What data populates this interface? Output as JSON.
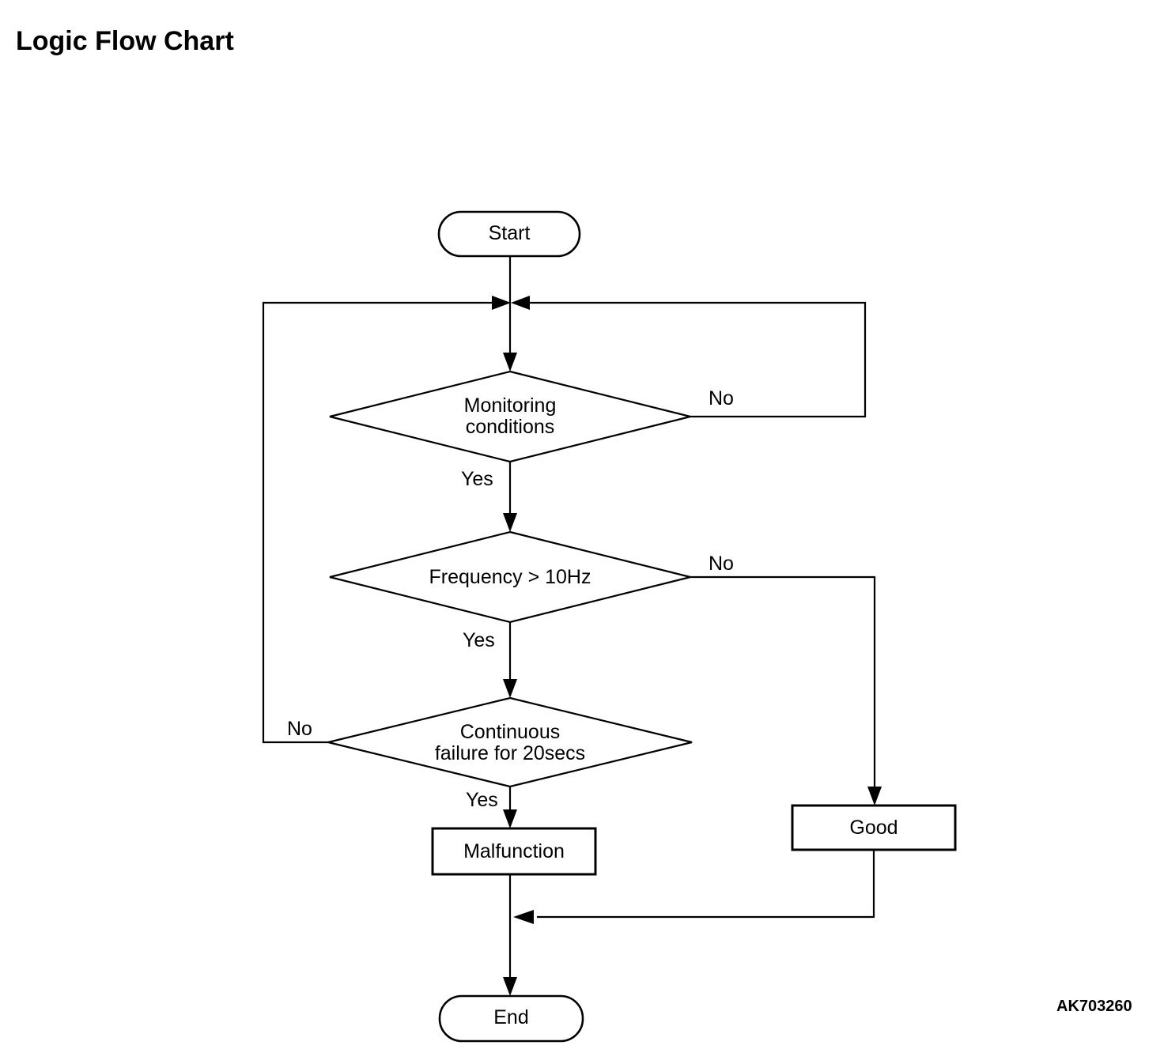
{
  "title": "Logic Flow Chart",
  "figure_code": "AK703260",
  "colors": {
    "line": "#000000",
    "background": "#ffffff",
    "text": "#000000"
  },
  "nodes": {
    "start": {
      "type": "terminator",
      "label": "Start"
    },
    "monitoring": {
      "type": "decision",
      "line1": "Monitoring",
      "line2": "conditions"
    },
    "frequency": {
      "type": "decision",
      "label": "Frequency > 10Hz"
    },
    "continuous": {
      "type": "decision",
      "line1": "Continuous",
      "line2": "failure for 20secs"
    },
    "malfunction": {
      "type": "process",
      "label": "Malfunction"
    },
    "good": {
      "type": "process",
      "label": "Good"
    },
    "end": {
      "type": "terminator",
      "label": "End"
    }
  },
  "edge_labels": {
    "monitoring_yes": "Yes",
    "monitoring_no": "No",
    "frequency_yes": "Yes",
    "frequency_no": "No",
    "continuous_yes": "Yes",
    "continuous_no": "No"
  }
}
